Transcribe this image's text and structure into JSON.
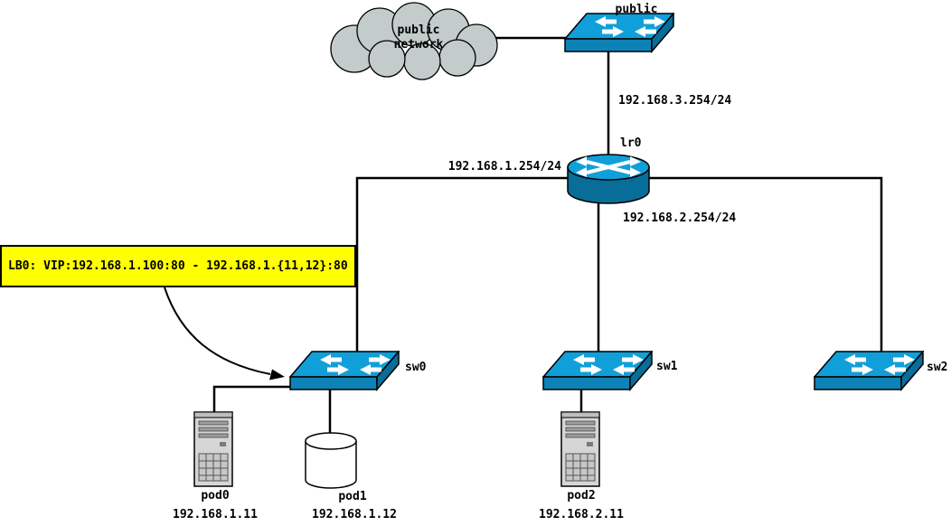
{
  "cloud": {
    "label": "public\nnetwork"
  },
  "nodes": {
    "public": {
      "label": "public"
    },
    "lr0": {
      "label": "lr0"
    },
    "sw0": {
      "label": "sw0"
    },
    "sw1": {
      "label": "sw1"
    },
    "sw2": {
      "label": "sw2"
    },
    "pod0": {
      "label": "pod0",
      "ip": "192.168.1.11"
    },
    "pod1": {
      "label": "pod1",
      "ip": "192.168.1.12"
    },
    "pod2": {
      "label": "pod2",
      "ip": "192.168.2.11"
    }
  },
  "links": {
    "wan": {
      "label": "192.168.3.254/24"
    },
    "lan1": {
      "label": "192.168.1.254/24"
    },
    "lan2": {
      "label": "192.168.2.254/24"
    }
  },
  "callout": {
    "label": "LB0: VIP:192.168.1.100:80 - 192.168.1.{11,12}:80"
  },
  "colors": {
    "device_blue": "#119fd9",
    "device_blue_mid": "#0d82b6",
    "device_blue_dark": "#096d99",
    "cloud_gray": "#c3cbcb",
    "callout_yellow": "#ffff00"
  }
}
